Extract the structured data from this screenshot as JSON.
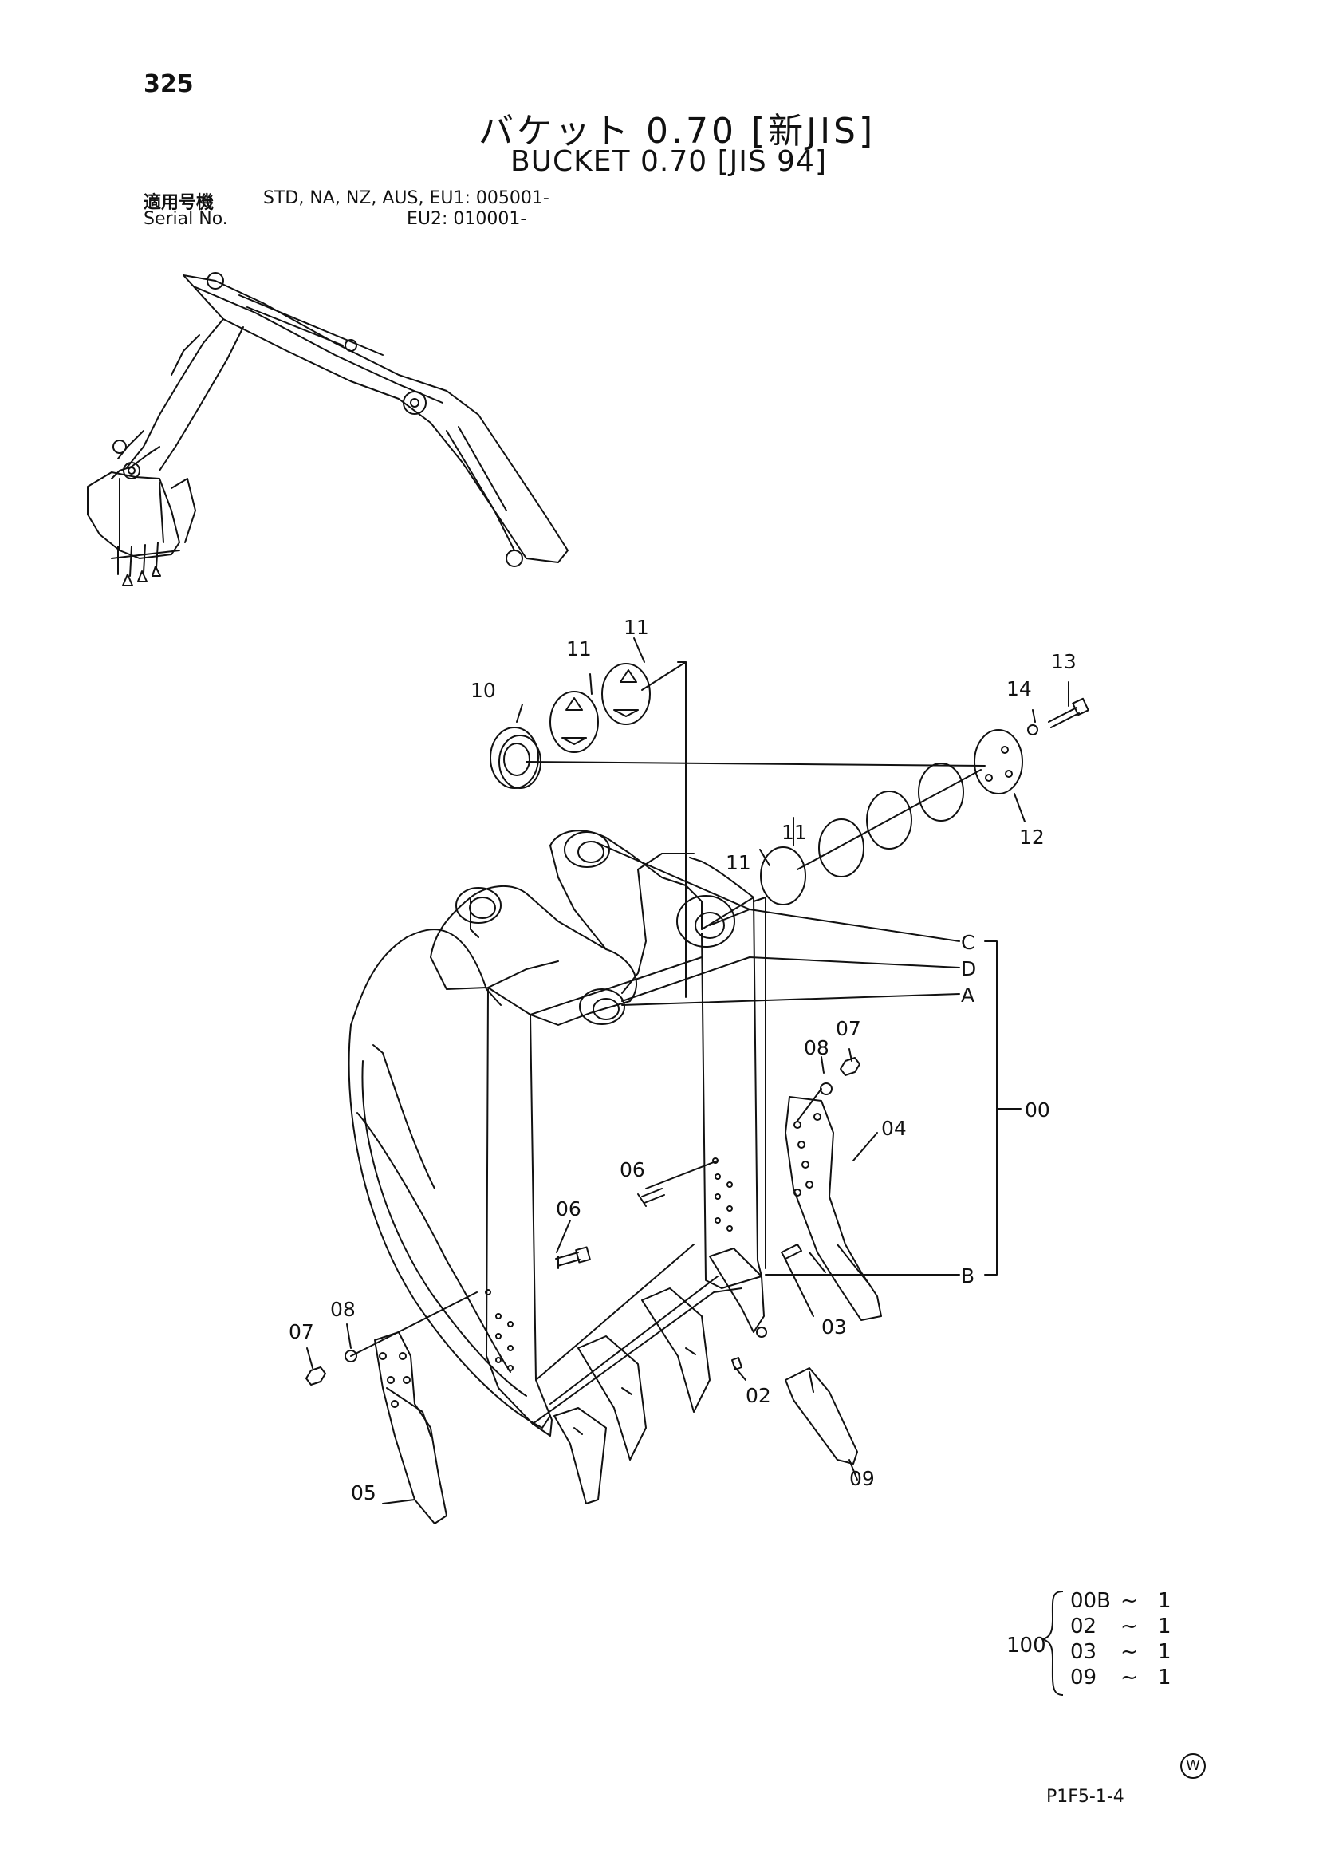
{
  "page_number": "325",
  "title_jp": "バケット 0.70 [新JIS]",
  "title_en": "BUCKET 0.70 [JIS 94]",
  "serial": {
    "label_jp": "適用号機",
    "label_en": "Serial No.",
    "models": "STD, NA, NZ, AUS, EU1: 005001-",
    "eu2": "EU2: 010001-"
  },
  "callouts": {
    "c11a": "11",
    "c11b": "11",
    "c10": "10",
    "c13": "13",
    "c14": "14",
    "c11c": "11",
    "c11d": "11",
    "c12": "12",
    "cC": "C",
    "cD": "D",
    "cA": "A",
    "cB": "B",
    "c00": "00",
    "c08r": "08",
    "c07r": "07",
    "c04": "04",
    "c06a": "06",
    "c06b": "06",
    "c07l": "07",
    "c08l": "08",
    "c03": "03",
    "c02": "02",
    "c05": "05",
    "c09": "09"
  },
  "parts_set": {
    "number": "100",
    "rows": [
      {
        "part": "00B",
        "tilde": "~",
        "qty": "1"
      },
      {
        "part": "02",
        "tilde": "~",
        "qty": "1"
      },
      {
        "part": "03",
        "tilde": "~",
        "qty": "1"
      },
      {
        "part": "09",
        "tilde": "~",
        "qty": "1"
      }
    ]
  },
  "watermark": "W",
  "drawing_code": "P1F5-1-4"
}
